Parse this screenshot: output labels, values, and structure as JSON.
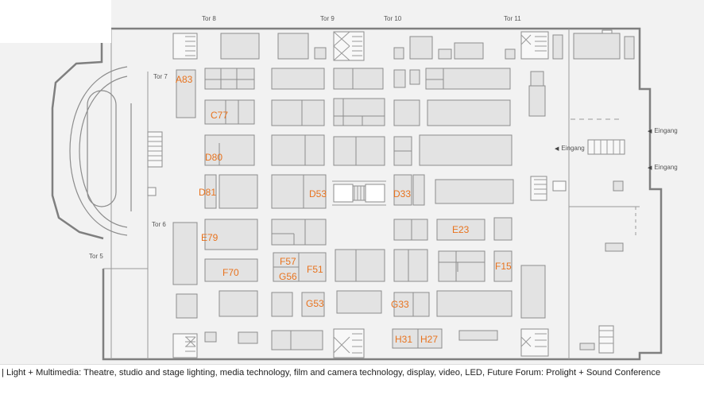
{
  "gates": [
    {
      "id": "tor8",
      "label": "Tor 8"
    },
    {
      "id": "tor9",
      "label": "Tor 9"
    },
    {
      "id": "tor10",
      "label": "Tor 10"
    },
    {
      "id": "tor11",
      "label": "Tor 11"
    },
    {
      "id": "tor7",
      "label": "Tor 7"
    },
    {
      "id": "tor6",
      "label": "Tor 6"
    },
    {
      "id": "tor5",
      "label": "Tor 5"
    }
  ],
  "entrances": [
    {
      "id": "e1",
      "label": "Eingang"
    },
    {
      "id": "e2",
      "label": "Eingang"
    },
    {
      "id": "e3",
      "label": "Eingang"
    }
  ],
  "stands": [
    "A83",
    "C77",
    "D80",
    "D81",
    "E79",
    "D53",
    "D33",
    "E23",
    "F57",
    "G56",
    "F51",
    "F70",
    "F15",
    "G53",
    "G33",
    "H31",
    "H27"
  ],
  "legend": "| Light + Multimedia: Theatre, studio and stage lighting, media technology, film and camera technology, display, video, LED, Future Forum: Prolight + Sound Conference",
  "colors": {
    "background": "#f2f2f2",
    "wall": "#7f7f7f",
    "booth_fill": "#e3e3e3",
    "booth_stroke": "#8c8c8c",
    "stand_label": "#e8731e"
  }
}
